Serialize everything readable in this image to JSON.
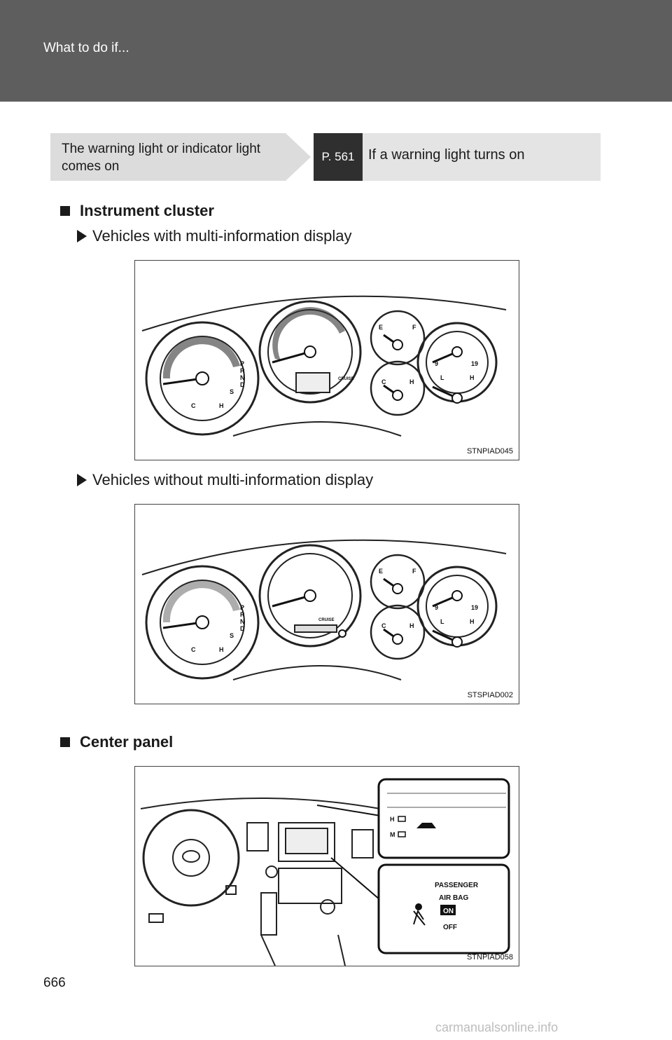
{
  "header": {
    "title": "What to do if..."
  },
  "reference": {
    "condition": "The warning light or indicator light comes on",
    "page": "P. 561",
    "action": "If a warning light turns on"
  },
  "sections": {
    "instrument_cluster": {
      "title": "Instrument cluster",
      "variant_1": {
        "label": "Vehicles with multi-information display",
        "figure_code": "STNPIAD045"
      },
      "variant_2": {
        "label": "Vehicles without multi-information display",
        "figure_code": "STSPIAD002"
      }
    },
    "center_panel": {
      "title": "Center panel",
      "figure_code": "STNPIAD058",
      "callout_labels": {
        "high": "H",
        "mid": "M",
        "passenger": "PASSENGER",
        "airbag": "AIR BAG",
        "on": "ON",
        "off": "OFF"
      }
    }
  },
  "cluster_labels": {
    "fuel_empty": "E",
    "fuel_full": "F",
    "temp_cold": "C",
    "temp_hot": "H",
    "gear_p": "P",
    "gear_r": "R",
    "gear_n": "N",
    "gear_d": "D",
    "gear_s": "S",
    "volt_low": "9",
    "volt_high": "19",
    "oil_low": "L",
    "oil_high": "H",
    "cruise": "CRUISE"
  },
  "footer": {
    "page_number": "666",
    "watermark": "carmanualsonline.info"
  }
}
